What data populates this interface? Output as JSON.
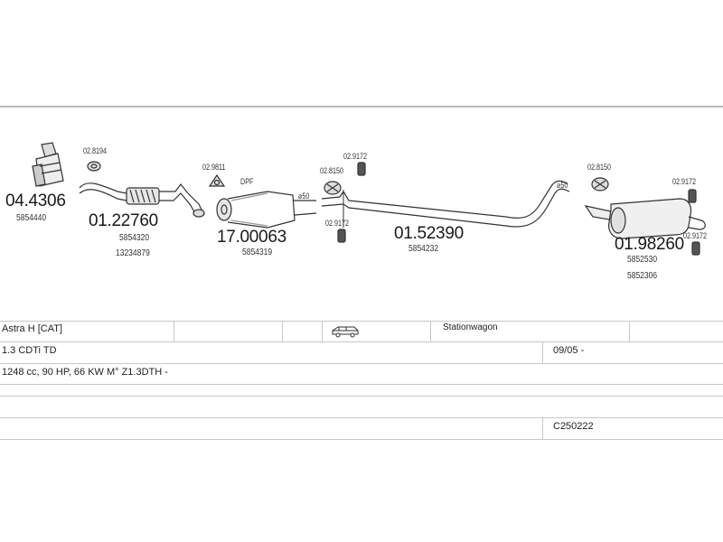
{
  "parts": {
    "catalyst": {
      "number": "04.4306",
      "oem": "5854440"
    },
    "front_pipe": {
      "number": "01.22760",
      "oem_1": "5854320",
      "oem_2": "13234879",
      "clamp": "02.8194"
    },
    "dpf": {
      "number": "17.00063",
      "oem": "5854319",
      "label": "DPF",
      "gasket": "02.9811"
    },
    "middle_pipe": {
      "number": "01.52390",
      "oem": "5854232",
      "clamp": "02.8150",
      "rubber_top": "02.9172",
      "rubber_bottom": "02.9172",
      "dia_label": "⌀50"
    },
    "rear_silencer": {
      "number": "01.98260",
      "oem_1": "5852530",
      "oem_2": "5852306",
      "clamp": "02.8150",
      "rubber_top": "02.9172",
      "rubber_bottom": "02.9172",
      "dia_label": "⌀50"
    }
  },
  "vehicle_table": {
    "model": "Astra H  [CAT]",
    "body_type": "Stationwagon",
    "engine": "1.3 CDTi TD",
    "date": "09/05 -",
    "spec": "1248 cc, 90 HP, 66 KW M° Z1.3DTH -",
    "code": "C250222"
  },
  "icons": {
    "vehicle": "station-wagon-icon"
  }
}
